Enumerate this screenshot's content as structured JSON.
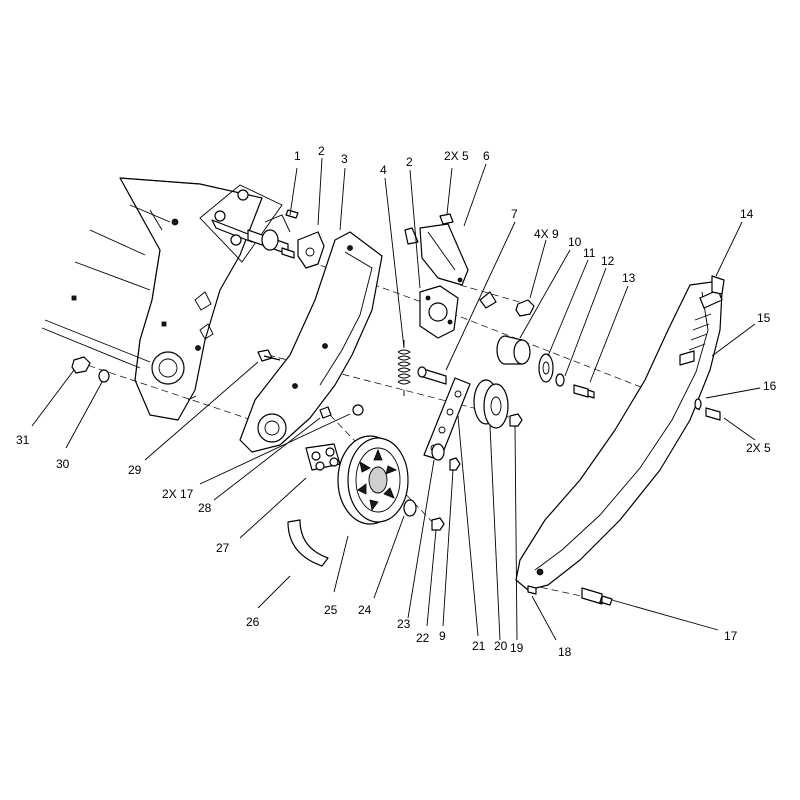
{
  "labels": {
    "l1": "1",
    "l2a": "2",
    "l3": "3",
    "l4": "4",
    "l2b": "2",
    "l2x5a": "2X 5",
    "l6": "6",
    "l7": "7",
    "l4x9": "4X 9",
    "l10": "10",
    "l11": "11",
    "l12": "12",
    "l13": "13",
    "l14": "14",
    "l15": "15",
    "l16": "16",
    "l2x5b": "2X 5",
    "l17": "17",
    "l18": "18",
    "l19": "19",
    "l20": "20",
    "l21": "21",
    "l9": "9",
    "l22": "22",
    "l23": "23",
    "l24": "24",
    "l25": "25",
    "l26": "26",
    "l27": "27",
    "l28": "28",
    "l2x17": "2X 17",
    "l29": "29",
    "l30": "30",
    "l31": "31"
  }
}
